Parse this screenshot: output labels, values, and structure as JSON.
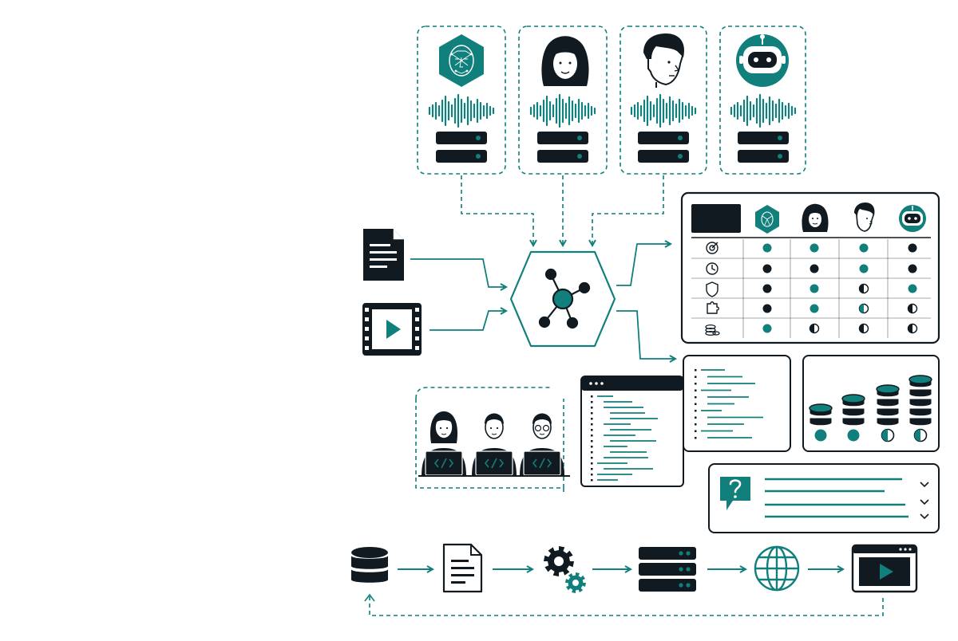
{
  "colors": {
    "ink": "#101a20",
    "teal": "#117f7c",
    "teal_dark": "#0e6461",
    "paper": "#ffffff"
  },
  "agents": [
    {
      "id": "ai-face",
      "icon": "ai-face-hexagon-icon"
    },
    {
      "id": "woman",
      "icon": "woman-avatar-icon"
    },
    {
      "id": "man",
      "icon": "man-avatar-icon"
    },
    {
      "id": "robot",
      "icon": "robot-head-icon"
    }
  ],
  "inputs": [
    {
      "id": "document",
      "icon": "document-icon"
    },
    {
      "id": "video",
      "icon": "film-video-icon"
    }
  ],
  "hub": {
    "icon": "network-hub-icon"
  },
  "team": {
    "icon": "developer-team-icon",
    "members": 3
  },
  "comparison": {
    "columns": [
      "ai-face",
      "woman",
      "man",
      "robot"
    ],
    "row_icons": [
      "target-icon",
      "clock-icon",
      "shield-icon",
      "puzzle-icon",
      "coins-icon"
    ],
    "cells": [
      [
        "teal",
        "teal",
        "teal",
        "dark"
      ],
      [
        "dark",
        "dark",
        "teal",
        "dark"
      ],
      [
        "dark",
        "teal",
        "half",
        "teal"
      ],
      [
        "dark",
        "teal",
        "half-teal",
        "half"
      ],
      [
        "teal",
        "half",
        "half",
        "half"
      ]
    ]
  },
  "stacks": {
    "levels": [
      2,
      3,
      4,
      5
    ],
    "indicators": [
      "teal",
      "teal",
      "half",
      "half"
    ]
  },
  "faq": {
    "rows": 3
  },
  "pipeline": {
    "steps": [
      "database-icon",
      "document-icon",
      "gears-icon",
      "server-icon",
      "globe-icon",
      "video-player-icon"
    ]
  }
}
